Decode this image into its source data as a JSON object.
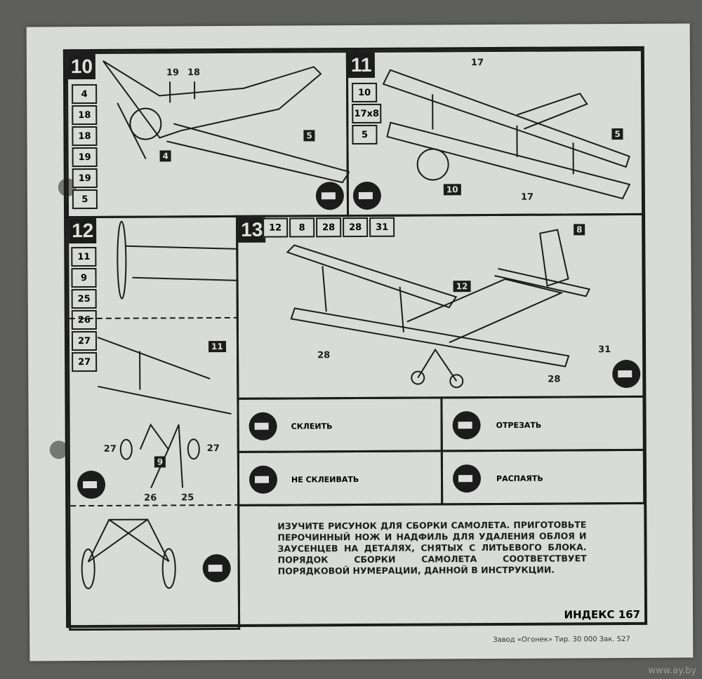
{
  "steps": [
    {
      "number": "10",
      "parts": [
        "4",
        "18",
        "18",
        "19",
        "19",
        "5"
      ],
      "callouts": [
        "19",
        "18",
        "5",
        "4"
      ]
    },
    {
      "number": "11",
      "parts": [
        "10",
        "17x8",
        "5"
      ],
      "callouts": [
        "17",
        "5",
        "10",
        "17"
      ]
    },
    {
      "number": "12",
      "parts": [
        "11",
        "9",
        "25",
        "26",
        "27",
        "27"
      ],
      "callouts": [
        "11",
        "27",
        "9",
        "27",
        "26",
        "25"
      ]
    },
    {
      "number": "13",
      "parts": [
        "12",
        "8",
        "28",
        "28",
        "31"
      ],
      "callouts": [
        "8",
        "12",
        "28",
        "31",
        "28"
      ]
    }
  ],
  "legend": [
    {
      "icon": "glue-icon",
      "label": "СКЛЕИТЬ"
    },
    {
      "icon": "cut-icon",
      "label": "ОТРЕЗАТЬ"
    },
    {
      "icon": "no-glue-icon",
      "label": "НЕ СКЛЕИВАТЬ"
    },
    {
      "icon": "unsolder-icon",
      "label": "РАСПАЯТЬ"
    }
  ],
  "instructions": "ИЗУЧИТЕ РИСУНОК ДЛЯ СБОРКИ САМОЛЕТА. ПРИГОТОВЬТЕ ПЕРОЧИННЫЙ НОЖ И НАДФИЛЬ ДЛЯ УДАЛЕНИЯ ОБЛОЯ И ЗАУСЕНЦЕВ НА ДЕТАЛЯХ, СНЯТЫХ С ЛИТЬЕВОГО БЛОКА. ПОРЯДОК СБОРКИ САМОЛЕТА СООТВЕТСТВУЕТ ПОРЯДКОВОЙ НУМЕРАЦИИ, ДАННОЙ В ИНСТРУКЦИИ.",
  "index": "ИНДЕКС 167",
  "footer": "Завод «Огонек» Тир. 30 000 Зак. 527",
  "watermark": "www.ay.by"
}
